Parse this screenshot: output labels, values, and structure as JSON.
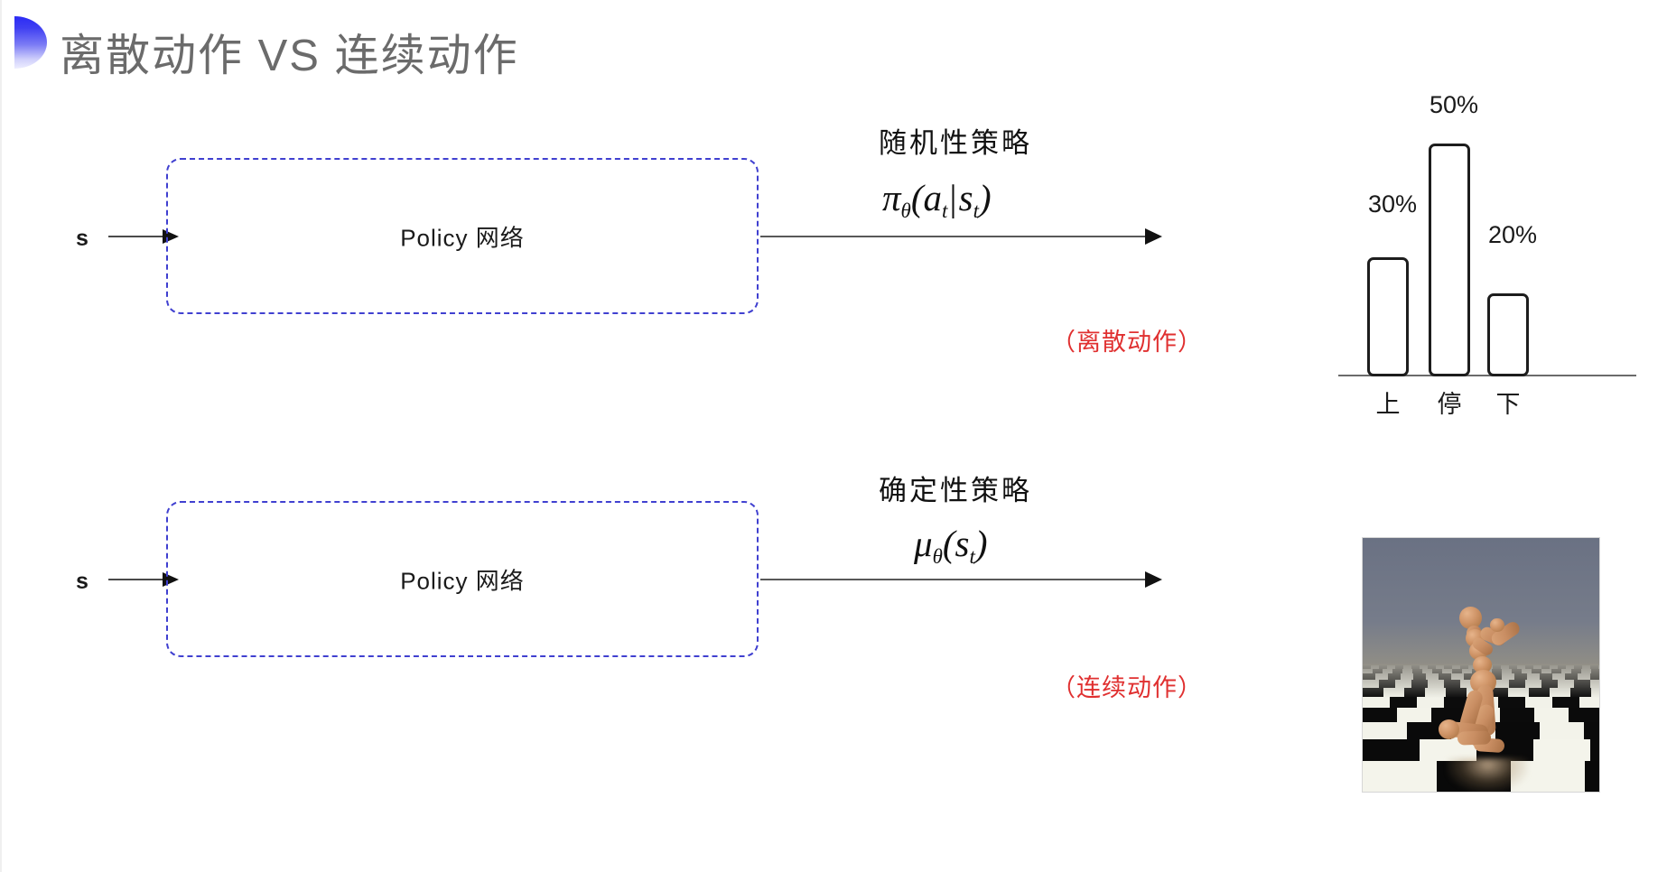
{
  "slide": {
    "title": "离散动作 VS 连续动作",
    "bullet_icon": "half-circle-bullet-icon",
    "accent_color": "#2b2bf5",
    "background_color": "#ffffff"
  },
  "rows": [
    {
      "id": "discrete",
      "input_label": "s",
      "input_arrow_icon": "arrow-right-icon",
      "box_label": "Policy 网络",
      "box_border_color": "#4040d0",
      "output_arrow_icon": "arrow-right-icon",
      "policy_name": "随机性策略",
      "policy_formula": "πθ(at|st)",
      "formula_parts": {
        "symbol": "π",
        "symbol_sub": "θ",
        "open": "(",
        "arg1": "a",
        "arg1_sub": "t",
        "sep": "|",
        "arg2": "s",
        "arg2_sub": "t",
        "close": ")"
      },
      "note": "（离散动作）",
      "note_color": "#e03030"
    },
    {
      "id": "continuous",
      "input_label": "s",
      "input_arrow_icon": "arrow-right-icon",
      "box_label": "Policy 网络",
      "box_border_color": "#4040d0",
      "output_arrow_icon": "arrow-right-icon",
      "policy_name": "确定性策略",
      "policy_formula": "μθ(st)",
      "formula_parts": {
        "symbol": "μ",
        "symbol_sub": "θ",
        "open": "(",
        "arg1": "s",
        "arg1_sub": "t",
        "close": ")"
      },
      "note": "（连续动作）",
      "note_color": "#e03030"
    }
  ],
  "chart_data": {
    "type": "bar",
    "title": "",
    "xlabel": "",
    "ylabel": "",
    "categories": [
      "上",
      "停",
      "下"
    ],
    "values": [
      30,
      50,
      20
    ],
    "value_labels": [
      "30%",
      "50%",
      "20%"
    ],
    "ylim": [
      0,
      60
    ],
    "grid": false,
    "legend": null,
    "bar_fill": "#ffffff",
    "bar_stroke": "#1d1d1d",
    "axis_color": "#6b6b6b"
  },
  "humanoid": {
    "caption": "",
    "alt_name": "mujoco-humanoid-simulation",
    "sky_color": "#6a7183",
    "floor_light": "#f2f2ea",
    "floor_dark": "#0b0b0b",
    "body_color": "#c98e63"
  }
}
